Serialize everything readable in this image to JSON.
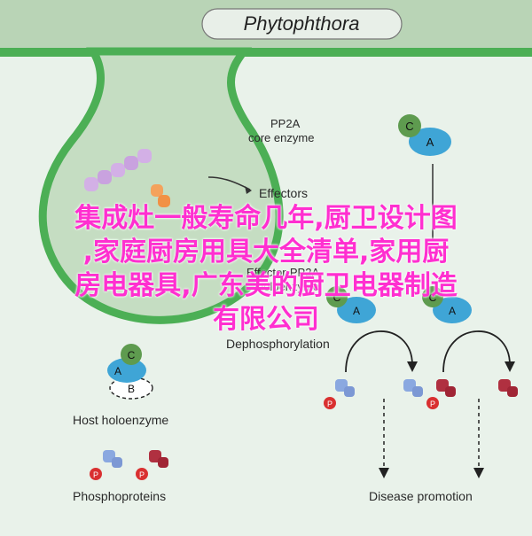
{
  "title": "Phytophthora",
  "labels": {
    "pp2a_line1": "PP2A",
    "pp2a_line2": "core enzyme",
    "effectors": "Effectors",
    "effector_pp2a_line1": "Effector-PP2A",
    "effector_pp2a_line2": "holoenzyme",
    "dephosphorylation": "Dephosphorylation",
    "host_holoenzyme": "Host holoenzyme",
    "phosphoproteins": "Phosphoproteins",
    "disease_promotion": "Disease promotion"
  },
  "subunits": {
    "a": "A",
    "b": "B",
    "c": "C",
    "p": "P"
  },
  "overlay_lines": [
    "集成灶一般寿命几年,厨卫设计图",
    ",家庭厨房用具大全清单,家用厨",
    "房电器具,广东美的厨卫电器制造",
    "有限公司"
  ],
  "colors": {
    "background": "#e9f2ea",
    "membrane": "#4caf55",
    "subunit_a": "#3fa5d6",
    "subunit_c": "#5e9b4f",
    "phospho_circle": "#d93030",
    "overlay_text": "#ff2fd0"
  }
}
